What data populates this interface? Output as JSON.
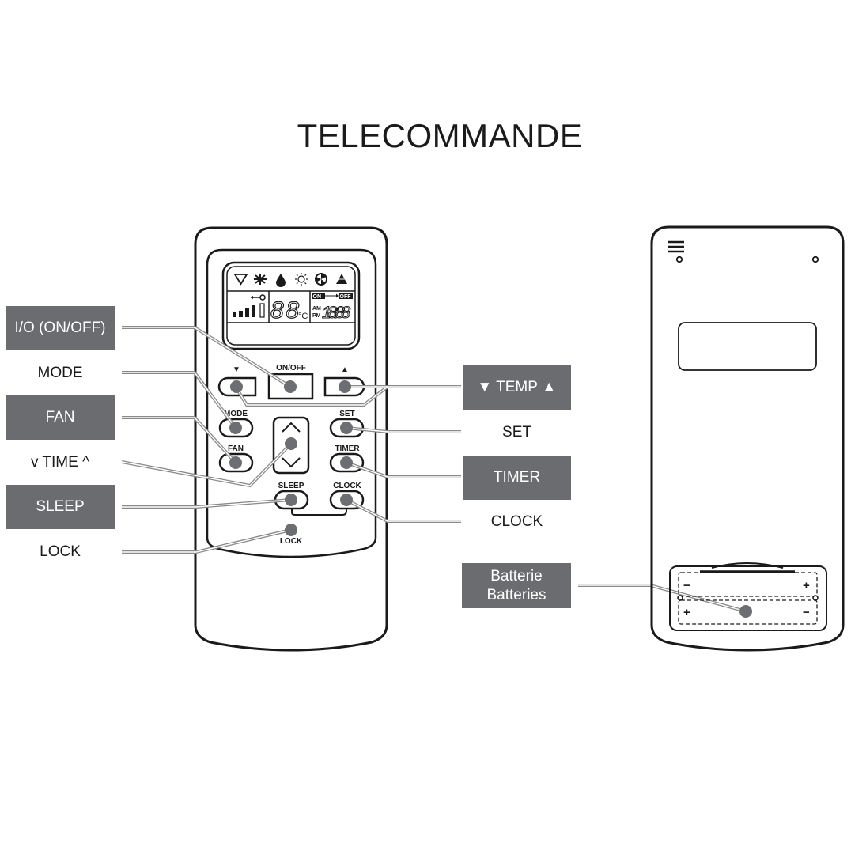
{
  "title": "TELECOMMANDE",
  "left_labels": [
    {
      "id": "onoff",
      "text": "I/O (ON/OFF)",
      "style": "dark"
    },
    {
      "id": "mode",
      "text": "MODE",
      "style": "light"
    },
    {
      "id": "fan",
      "text": "FAN",
      "style": "dark"
    },
    {
      "id": "time",
      "text": "v TIME ^",
      "style": "light"
    },
    {
      "id": "sleep",
      "text": "SLEEP",
      "style": "dark"
    },
    {
      "id": "lock",
      "text": "LOCK",
      "style": "light"
    }
  ],
  "right_labels": [
    {
      "id": "temp",
      "text": "▼ TEMP ▲",
      "style": "dark"
    },
    {
      "id": "set",
      "text": "SET",
      "style": "light"
    },
    {
      "id": "timer",
      "text": "TIMER",
      "style": "dark"
    },
    {
      "id": "clock",
      "text": "CLOCK",
      "style": "light"
    }
  ],
  "battery_label": {
    "line1": "Batterie",
    "line2": "Batteries"
  },
  "remote_buttons": {
    "temp_down": "▼",
    "onoff": "ON/OFF",
    "temp_up": "▲",
    "mode": "MODE",
    "set": "SET",
    "fan": "FAN",
    "timer": "TIMER",
    "sleep": "SLEEP",
    "clock": "CLOCK",
    "lock": "LOCK"
  },
  "lcd": {
    "mode_icons": [
      "auto-icon",
      "cool-icon",
      "dry-icon",
      "heat-icon",
      "fan-icon",
      "turbo-icon"
    ],
    "temperature": "88",
    "temp_unit": "°C",
    "timer_on": "ON",
    "timer_off": "OFF",
    "am": "AM",
    "pm": "PM",
    "clock": "18:88"
  },
  "battery_polarity": {
    "top_left": "−",
    "top_right": "+",
    "bottom_left": "+",
    "bottom_right": "−"
  },
  "colors": {
    "label_bg": "#6b6c70",
    "dot": "#6d6e71",
    "outline": "#1a1a1a"
  }
}
